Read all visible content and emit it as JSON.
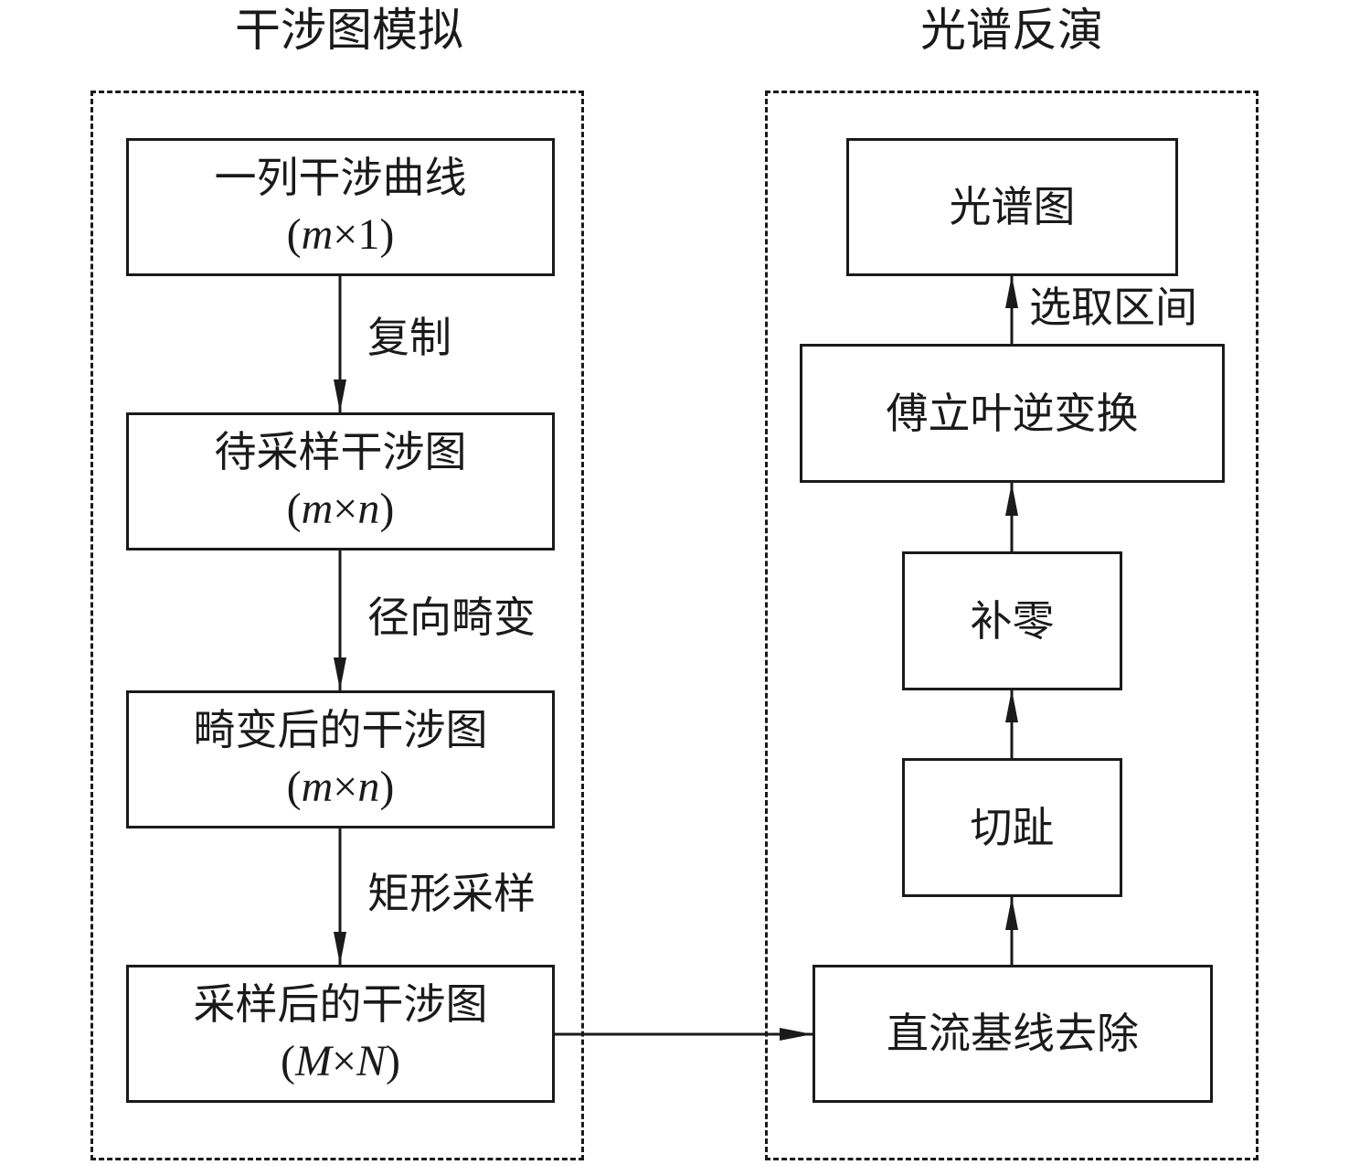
{
  "sections": {
    "left_title": "干涉图模拟",
    "right_title": "光谱反演"
  },
  "left_nodes": [
    {
      "label": "一列干涉曲线",
      "dim_open": "(",
      "dim_a": "m",
      "dim_x": "×",
      "dim_b": "1",
      "dim_b_italic": false,
      "dim_close": ")"
    },
    {
      "label": "待采样干涉图",
      "dim_open": "(",
      "dim_a": "m",
      "dim_x": "×",
      "dim_b": "n",
      "dim_close": ")"
    },
    {
      "label": "畸变后的干涉图",
      "dim_open": "(",
      "dim_a": "m",
      "dim_x": "×",
      "dim_b": "n",
      "dim_close": ")"
    },
    {
      "label": "采样后的干涉图",
      "dim_open": "(",
      "dim_a": "M",
      "dim_x": "×",
      "dim_b": "N",
      "dim_close": ")"
    }
  ],
  "left_edges": [
    "复制",
    "径向畸变",
    "矩形采样"
  ],
  "right_nodes": [
    {
      "label": "光谱图"
    },
    {
      "label": "傅立叶逆变换"
    },
    {
      "label": "补零"
    },
    {
      "label": "切趾"
    },
    {
      "label": "直流基线去除"
    }
  ],
  "right_edges": [
    "选取区间",
    "",
    "",
    ""
  ],
  "colors": {
    "stroke": "#1a1a1a",
    "background": "#ffffff"
  }
}
